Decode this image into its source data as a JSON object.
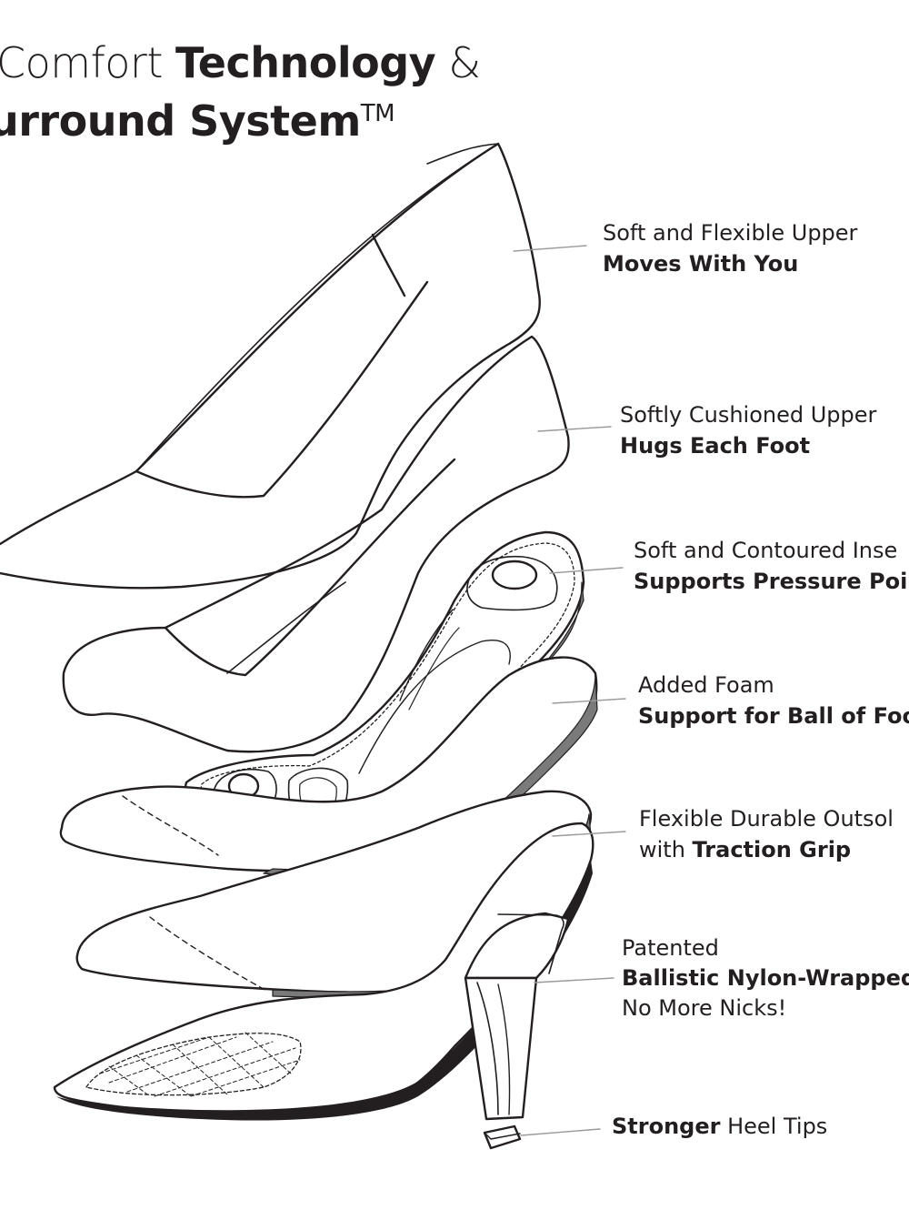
{
  "title": {
    "line1_light": "Comfort ",
    "line1_bold": "Technology",
    "line1_tail": " &",
    "line2_bold": "urround System",
    "line2_tm": "TM"
  },
  "callouts": [
    {
      "light": "Soft and Flexible Upper",
      "bold": "Moves With You"
    },
    {
      "light": "Softly Cushioned Upper",
      "bold": "Hugs Each Foot"
    },
    {
      "light": "Soft and Contoured Inse",
      "bold": "Supports Pressure Poin"
    },
    {
      "light": "Added Foam",
      "bold": "Support for Ball of Foo"
    },
    {
      "light": "Flexible Durable Outsol",
      "with": "with ",
      "bold": "Traction Grip"
    },
    {
      "light": "Patented",
      "bold": "Ballistic Nylon-Wrapped",
      "extra": "No More Nicks!"
    },
    {
      "bold": "Stronger",
      "light": " Heel Tips"
    }
  ],
  "colors": {
    "ink": "#231f20",
    "sole": "#7a7a7a",
    "leader": "#9a9a9a"
  }
}
